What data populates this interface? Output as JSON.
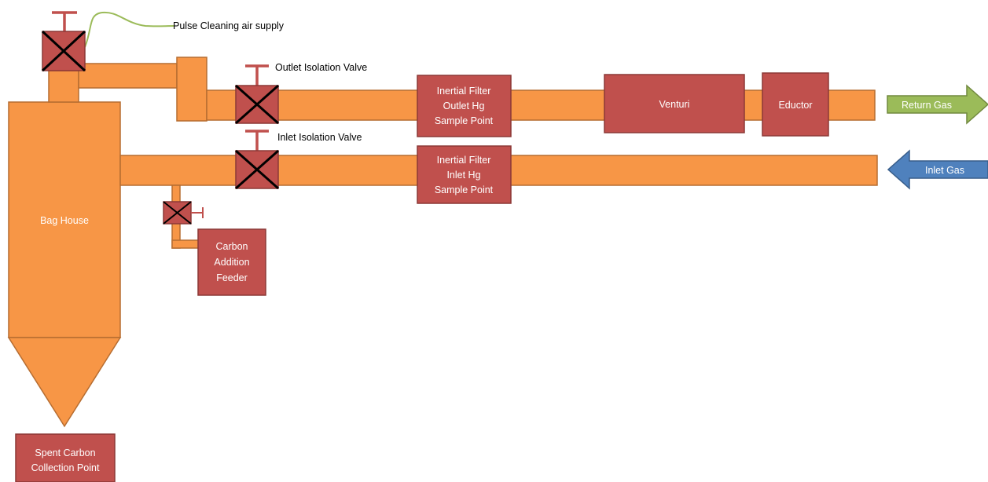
{
  "labels": {
    "pulse_air": "Pulse Cleaning air supply",
    "outlet_valve": "Outlet Isolation Valve",
    "inlet_valve": "Inlet Isolation Valve",
    "bag_house": "Bag House",
    "spent_carbon_line1": "Spent Carbon",
    "spent_carbon_line2": "Collection Point",
    "carbon_feeder_line1": "Carbon",
    "carbon_feeder_line2": "Addition",
    "carbon_feeder_line3": "Feeder",
    "outlet_sample_line1": "Inertial Filter",
    "outlet_sample_line2": "Outlet Hg",
    "outlet_sample_line3": "Sample Point",
    "inlet_sample_line1": "Inertial Filter",
    "inlet_sample_line2": "Inlet Hg",
    "inlet_sample_line3": "Sample Point",
    "venturi": "Venturi",
    "eductor": "Eductor",
    "return_gas": "Return Gas",
    "inlet_gas": "Inlet Gas"
  },
  "colors": {
    "pipe": "#F79646",
    "equipment": "#C0504D",
    "return_arrow": "#9BBB59",
    "inlet_arrow": "#4F81BD",
    "air_line": "#9BBB59"
  }
}
